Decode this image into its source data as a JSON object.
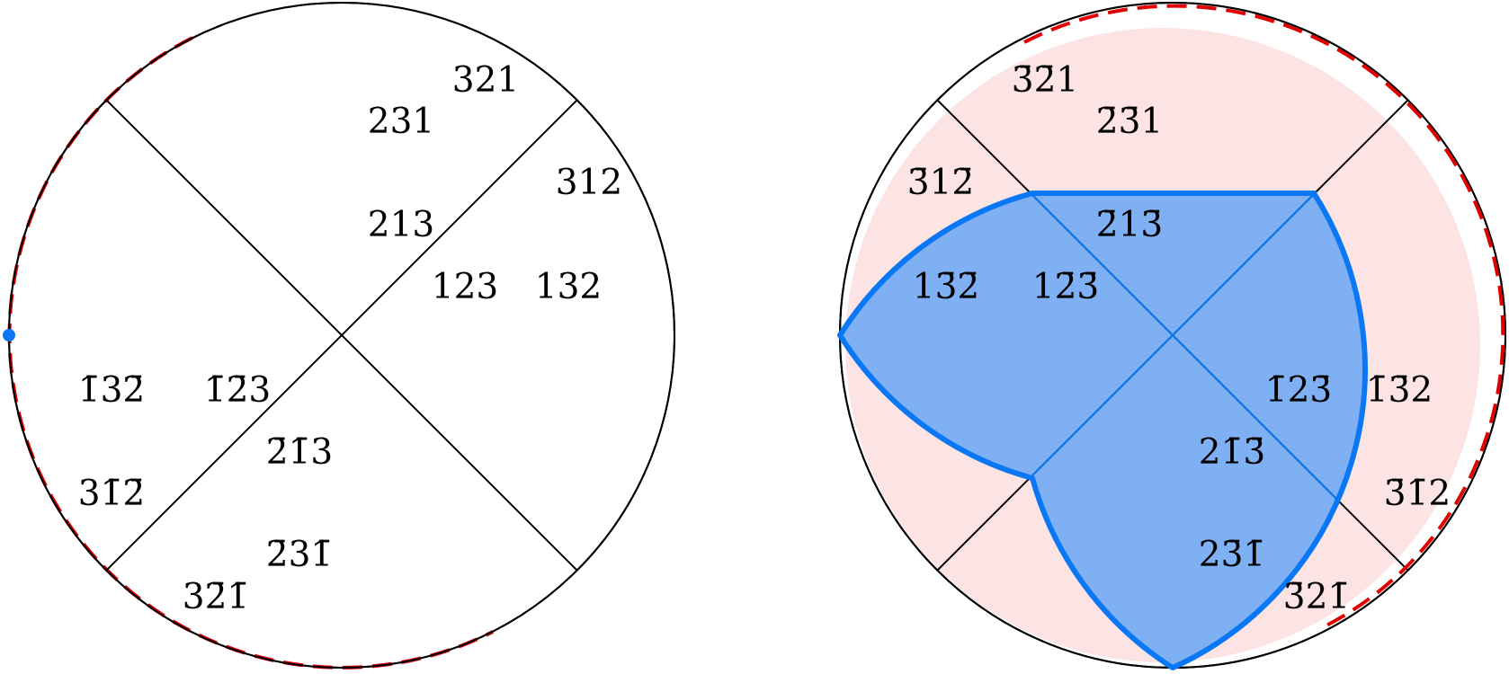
{
  "colors": {
    "line": "#000000",
    "circle_dashed": "#b3b3b3",
    "shade_fill": "#fde4e4",
    "boundary_dashed": "#e00000",
    "highlight_fill": "#7fb0f3",
    "highlight_stroke": "#0a78f5",
    "dot": "#0a78f5"
  },
  "diagrams": [
    {
      "labels": [
        {
          "key": "l-321",
          "text": "321"
        },
        {
          "key": "l-231",
          "text": "231"
        },
        {
          "key": "l-312",
          "text": "312"
        },
        {
          "key": "l-213",
          "text": "213"
        },
        {
          "key": "l-123",
          "text": "123"
        },
        {
          "key": "l-132",
          "text": "132"
        },
        {
          "key": "l-n1-3-n2",
          "text": "1̄32̄"
        },
        {
          "key": "l-n1-n2-3",
          "text": "1̄2̄3"
        },
        {
          "key": "l-n2-n1-3",
          "text": "2̄1̄3"
        },
        {
          "key": "l-3-n1-n2",
          "text": "31̄2̄"
        },
        {
          "key": "l-n2-3-n1",
          "text": "2̄31̄"
        },
        {
          "key": "l-3-n2-n1",
          "text": "32̄1̄"
        }
      ]
    },
    {
      "labels": [
        {
          "key": "r-n3-n2-1",
          "text": "3̄2̄1"
        },
        {
          "key": "r-n2-n3-1",
          "text": "2̄3̄1"
        },
        {
          "key": "r-n3-1-n2",
          "text": "3̄12̄"
        },
        {
          "key": "r-n2-1-n3",
          "text": "2̄13̄"
        },
        {
          "key": "r-1-n3-n2",
          "text": "13̄2̄"
        },
        {
          "key": "r-1-n2-n3",
          "text": "12̄3̄"
        },
        {
          "key": "r-n1-2-n3",
          "text": "1̄23̄"
        },
        {
          "key": "r-n1-n3-2",
          "text": "1̄3̄2"
        },
        {
          "key": "r-2-n1-n3",
          "text": "21̄3̄"
        },
        {
          "key": "r-n3-n1-2",
          "text": "3̄1̄2"
        },
        {
          "key": "r-2-n3-n1",
          "text": "23̄1̄"
        },
        {
          "key": "r-n3-2-n1",
          "text": "3̄21̄"
        }
      ]
    }
  ]
}
